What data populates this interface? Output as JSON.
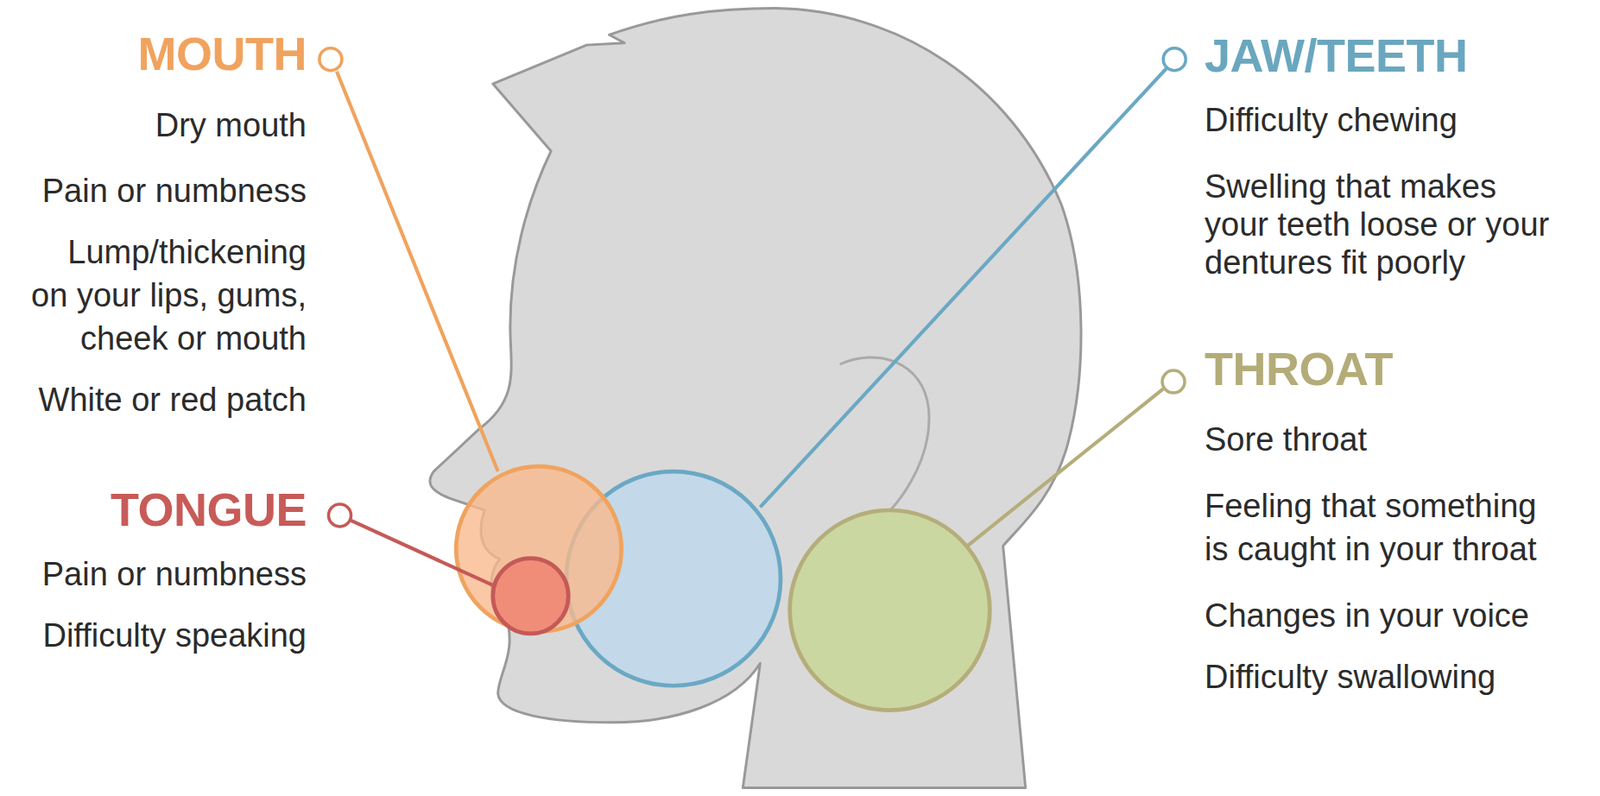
{
  "diagram": {
    "labels": [
      "MOUTH",
      "Dry mouth",
      "Pain or numbness",
      "Lump/thickening on your lips, gums, cheek or mouth",
      "White or red patch",
      "TONGUE",
      "Pain or numbness",
      "Difficulty speaking",
      "JAW/TEETH",
      "Difficulty chewing",
      "Swelling that makes your teeth loose or your dentures fit poorly",
      "THROAT",
      "Sore throat",
      "Feeling that something is caught in your throat",
      "Changes in your voice",
      "Difficulty swallowing"
    ]
  }
}
